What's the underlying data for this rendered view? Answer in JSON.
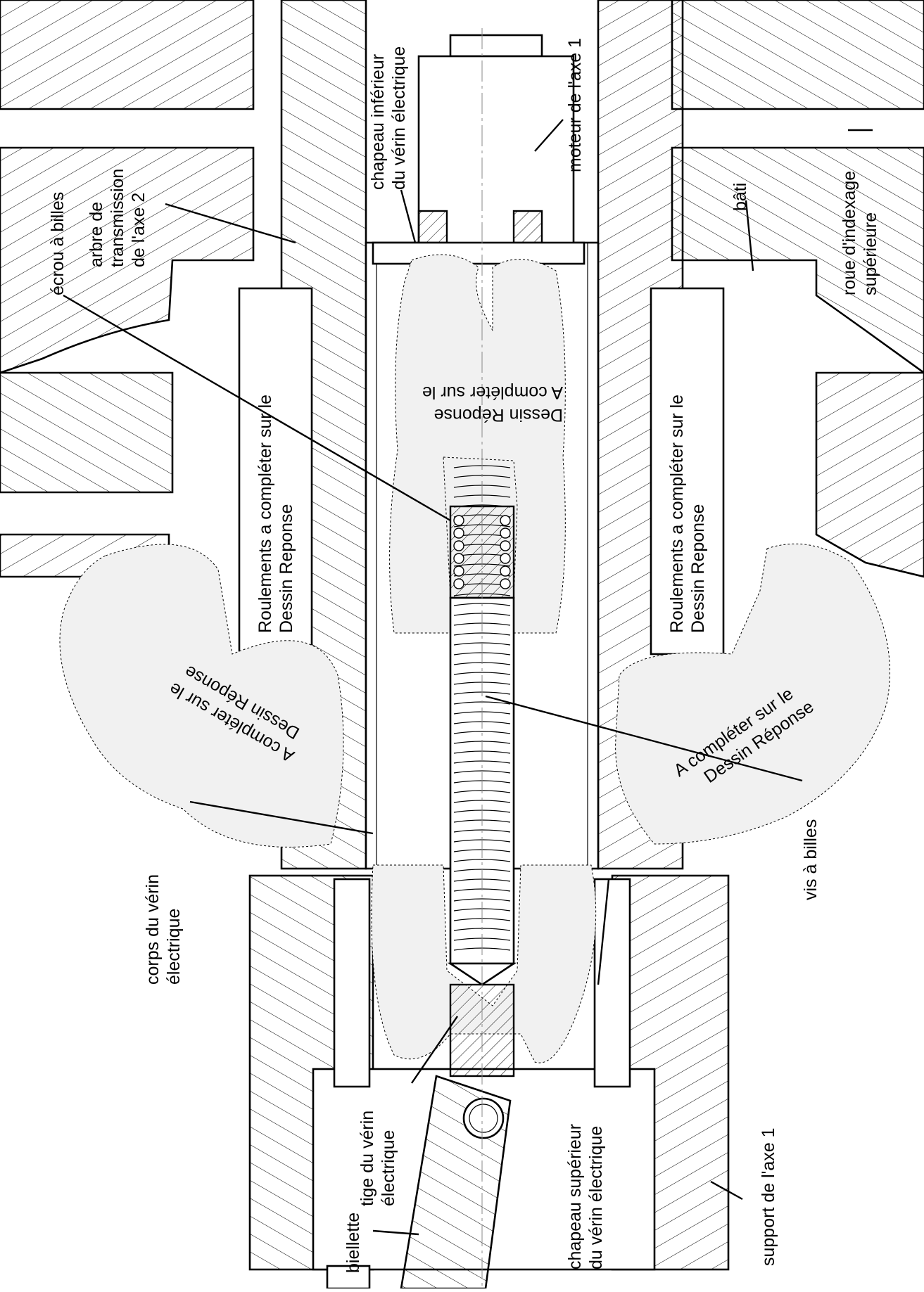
{
  "labels": {
    "chapeau_inferieur": [
      "chapeau inférieur",
      "du vérin électrique"
    ],
    "moteur_axe1": "moteur de l'axe 1",
    "arbre_transmission": [
      "arbre de",
      "transmission",
      "de l'axe 2"
    ],
    "bati": "bâti",
    "roue_indexage": [
      "roue d'indexage",
      "supérieure"
    ],
    "ecrou_billes": "écrou à billes",
    "roulements_gauche": [
      "Roulements a compléter sur le",
      "Dessin Reponse"
    ],
    "roulements_droite": [
      "Roulements a compléter sur le",
      "Dessin Reponse"
    ],
    "completer_haut": [
      "A compléter sur le",
      "Dessin Réponse"
    ],
    "completer_gauche": [
      "A compléter sur le",
      "Dessin Réponse"
    ],
    "completer_droite": [
      "A compléter sur le",
      "Dessin Réponse"
    ],
    "corps_verin": [
      "corps du vérin",
      "électrique"
    ],
    "vis_billes": "vis à billes",
    "tige_verin": [
      "tige du vérin",
      "électrique"
    ],
    "chapeau_superieur": [
      "chapeau supérieur",
      "du vérin électrique"
    ],
    "support_axe1": "support de l'axe 1",
    "biellette": "biellette"
  }
}
